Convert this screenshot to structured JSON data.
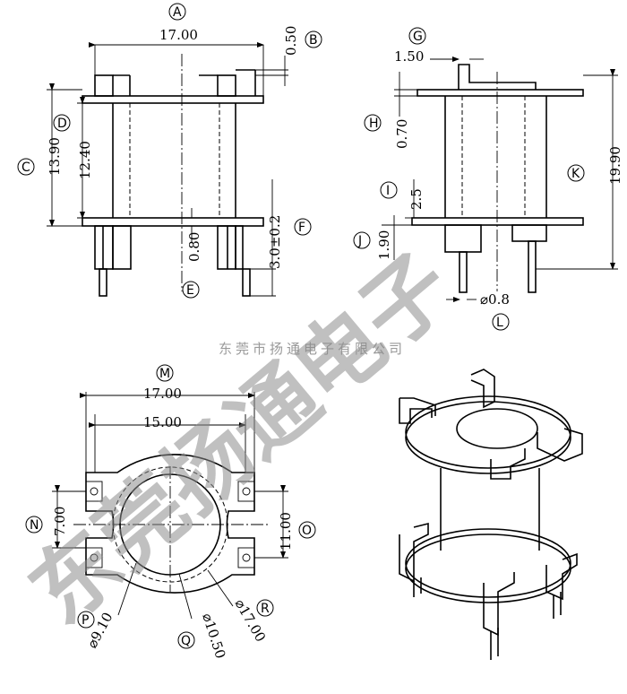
{
  "views": {
    "front": {
      "dims": {
        "width": "17.00",
        "flange_thk": "0.50",
        "height_outer": "13.90",
        "height_inner": "12.40",
        "pin_len": "3.0±0.2",
        "slot": "0.80"
      },
      "tags": [
        "A",
        "B",
        "C",
        "D",
        "E",
        "F"
      ]
    },
    "side": {
      "dims": {
        "g": "1.50",
        "h": "0.70",
        "i": "2.5",
        "j": "1.90",
        "k": "19.90",
        "pin_dia": "⌀0.8"
      },
      "tags": [
        "G",
        "H",
        "I",
        "J",
        "K",
        "L"
      ]
    },
    "bottom": {
      "dims": {
        "outer": "17.00",
        "inner": "15.00",
        "pitch_v": "11.00",
        "n": "7.00",
        "d1": "⌀9.10",
        "d2": "⌀10.50",
        "d3": "⌀17.00"
      },
      "tags": [
        "M",
        "N",
        "O",
        "P",
        "Q",
        "R"
      ]
    }
  },
  "watermark": {
    "main": "东莞扬通电子",
    "sub": "东莞市扬通电子有限公司"
  }
}
